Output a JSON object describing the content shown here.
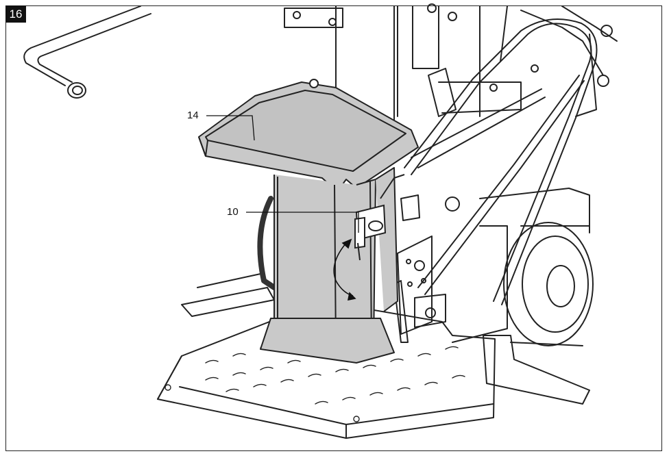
{
  "figure": {
    "number": "16"
  },
  "callouts": [
    {
      "label": "14"
    },
    {
      "label": "10"
    }
  ],
  "icons": [
    "rotate-arrow-icon"
  ],
  "colors": {
    "part_gray": "#c9c9c9",
    "line": "#222222",
    "background": "#ffffff"
  }
}
